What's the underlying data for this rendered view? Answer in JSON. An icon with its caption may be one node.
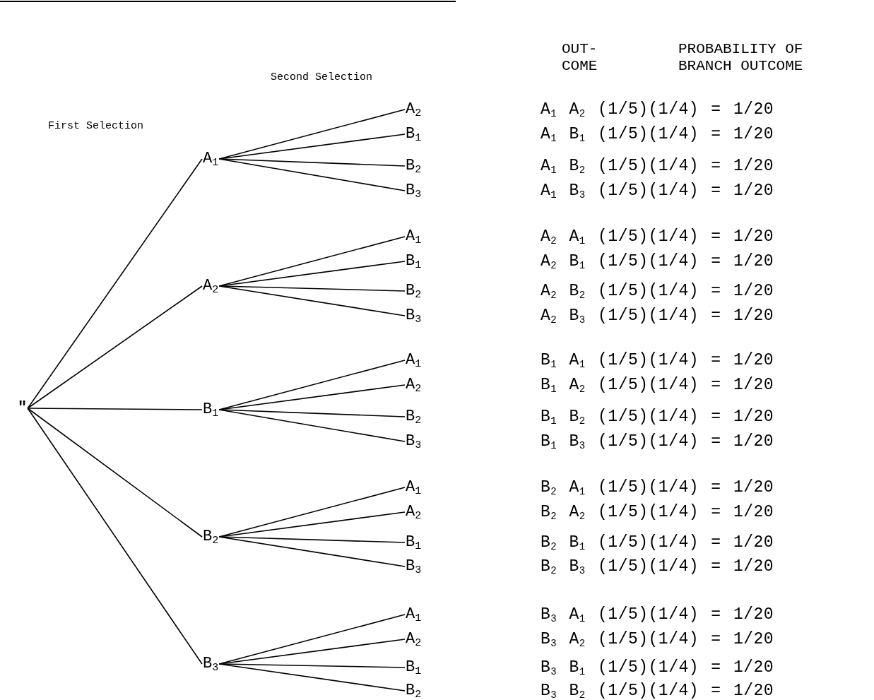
{
  "diagram": {
    "nodes": [
      {
        "text": [
          "\""
        ]
      },
      {
        "text": [
          "A$_{1}$"
        ]
      },
      {
        "text": [
          "A$_{2}$"
        ]
      },
      {
        "text": [
          "B$_{1}$"
        ]
      },
      {
        "text": [
          "B$_{2}$"
        ]
      },
      {
        "text": [
          "B$_{3}$"
        ]
      },
      {
        "text": [
          "A$_{2}$"
        ]
      },
      {
        "text": [
          "B$_{1}$"
        ]
      },
      {
        "text": [
          "B$_{2}$"
        ]
      },
      {
        "text": [
          "B$_{3}$"
        ]
      },
      {
        "text": [
          "A$_{1}$"
        ]
      },
      {
        "text": [
          "B$_{1}$"
        ]
      },
      {
        "text": [
          "B$_{2}$"
        ]
      },
      {
        "text": [
          "B$_{3}$"
        ]
      },
      {
        "text": [
          "A$_{1}$"
        ]
      },
      {
        "text": [
          "A$_{2}$"
        ]
      },
      {
        "text": [
          "B$_{2}$"
        ]
      },
      {
        "text": [
          "B$_{3}$"
        ]
      },
      {
        "text": [
          "A$_{1}$"
        ]
      },
      {
        "text": [
          "A$_{2}$"
        ]
      },
      {
        "text": [
          "B$_{1}$"
        ]
      },
      {
        "text": [
          "B$_{3}$"
        ]
      },
      {
        "text": [
          "A$_{1}$"
        ]
      },
      {
        "text": [
          "A$_{2}$"
        ]
      },
      {
        "text": [
          "B$_{1}$"
        ]
      },
      {
        "text": [
          "B$_{2}$"
        ]
      }
    ],
    "edges": [
      {
        "from": 0,
        "to": 1,
        "arrow": "none"
      },
      {
        "from": 0,
        "to": 2,
        "arrow": "none"
      },
      {
        "from": 0,
        "to": 3,
        "arrow": "none"
      },
      {
        "from": 0,
        "to": 4,
        "arrow": "none"
      },
      {
        "from": 0,
        "to": 5,
        "arrow": "none"
      },
      {
        "from": 1,
        "to": 6,
        "arrow": "none"
      },
      {
        "from": 1,
        "to": 7,
        "arrow": "none"
      },
      {
        "from": 1,
        "to": 8,
        "arrow": "none"
      },
      {
        "from": 1,
        "to": 9,
        "arrow": "none"
      },
      {
        "from": 2,
        "to": 10,
        "arrow": "none"
      },
      {
        "from": 2,
        "to": 11,
        "arrow": "none"
      },
      {
        "from": 2,
        "to": 12,
        "arrow": "none"
      },
      {
        "from": 2,
        "to": 13,
        "arrow": "none"
      },
      {
        "from": 3,
        "to": 14,
        "arrow": "none"
      },
      {
        "from": 3,
        "to": 15,
        "arrow": "none"
      },
      {
        "from": 3,
        "to": 16,
        "arrow": "none"
      },
      {
        "from": 3,
        "to": 17,
        "arrow": "none"
      },
      {
        "from": 4,
        "to": 18,
        "arrow": "none"
      },
      {
        "from": 4,
        "to": 19,
        "arrow": "none"
      },
      {
        "from": 4,
        "to": 20,
        "arrow": "none"
      },
      {
        "from": 4,
        "to": 21,
        "arrow": "none"
      },
      {
        "from": 5,
        "to": 22,
        "arrow": "none"
      },
      {
        "from": 5,
        "to": 23,
        "arrow": "none"
      },
      {
        "from": 5,
        "to": 24,
        "arrow": "none"
      },
      {
        "from": 5,
        "to": 25,
        "arrow": "none"
      }
    ],
    "labels": [
      "OUT- COME",
      "PROBABILITY OF BRANCH OUTCOME",
      "Second Selection",
      "First Selection",
      "A$_{1}$ A$_{2}$ (1/5)(1/4) = 1/20",
      "A$_{1}$ B$_{1}$ (1/5)(1/4) = 1/20",
      "A$_{1}$ B$_{2}$ (1/5)(1/4) = 1/20",
      "A$_{1}$ B$_{3}$ (1/5)(1/4) = 1/20",
      "A$_{2}$ A$_{1}$ (1/5)(1/4) = 1/20",
      "A$_{2}$ B$_{1}$ (1/5)(1/4) = 1/20",
      "A$_{2}$ B$_{2}$ (1/5)(1/4) = 1/20",
      "A$_{2}$ B$_{3}$ (1/5)(1/4) = 1/20",
      "B$_{1}$ A$_{1}$ (1/5)(1/4) = 1/20",
      "B$_{1}$ A$_{2}$ (1/5)(1/4) = 1/20",
      "B$_{1}$ B$_{2}$ (1/5)(1/4) = 1/20",
      "B$_{1}$ B$_{3}$ (1/5)(1/4) = 1/20",
      "B$_{2}$ A$_{1}$ (1/5)(1/4) = 1/20",
      "B$_{2}$ A$_{2}$ (1/5)(1/4) = 1/20",
      "B$_{2}$ B$_{1}$ (1/5)(1/4) = 1/20",
      "B$_{2}$ B$_{3}$ (1/5)(1/4) = 1/20",
      "B$_{3}$ A$_{1}$ (1/5)(1/4) = 1/20",
      "B$_{3}$ A$_{2}$ (1/5)(1/4) = 1/20",
      "B$_{3}$ B$_{1}$ (1/5)(1/4) = 1/20",
      "B$_{3}$ B$_{2}$ (1/5)(1/4) = 1/20"
    ]
  }
}
